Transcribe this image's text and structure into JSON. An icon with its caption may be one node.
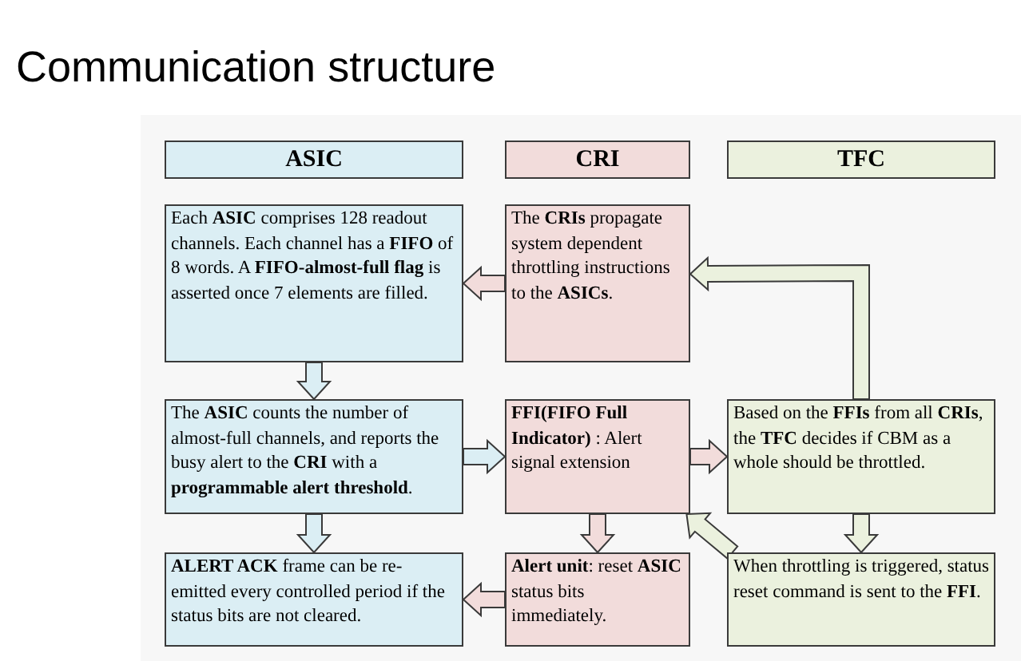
{
  "diagram": {
    "title": "Communication structure",
    "nodes": [
      {
        "text": [
          "ASIC"
        ]
      },
      {
        "text": [
          "CRI"
        ]
      },
      {
        "text": [
          "TFC"
        ]
      },
      {
        "text": [
          "Each **ASIC** comprises 128 readout channels. Each channel has a **FIFO** of 8 words. A **FIFO-almost-full flag** is asserted once 7 elements are filled."
        ]
      },
      {
        "text": [
          "The **CRIs** propagate system dependent throttling instructions to the **ASICs**."
        ]
      },
      {
        "text": [
          "The **ASIC** counts the number of almost-full channels, and reports the busy alert to the **CRI** with a **programmable alert threshold**."
        ]
      },
      {
        "text": [
          "**FFI(FIFO Full Indicator)** : Alert signal extension"
        ]
      },
      {
        "text": [
          "Based on the **FFIs** from all **CRIs**, the **TFC** decides if CBM as a whole should be throttled."
        ]
      },
      {
        "text": [
          "**ALERT ACK** frame can be re-emitted every controlled period if the status bits are not cleared."
        ]
      },
      {
        "text": [
          "**Alert unit**: reset **ASIC** status bits immediately."
        ]
      },
      {
        "text": [
          "When throttling is triggered, status reset command is sent to the **FFI**."
        ]
      }
    ],
    "edges": [
      {
        "from": 4,
        "to": 3,
        "arrow": "to"
      },
      {
        "from": 3,
        "to": 5,
        "arrow": "to"
      },
      {
        "from": 5,
        "to": 6,
        "arrow": "to"
      },
      {
        "from": 6,
        "to": 7,
        "arrow": "to"
      },
      {
        "from": 6,
        "to": 9,
        "arrow": "to"
      },
      {
        "from": 9,
        "to": 8,
        "arrow": "to"
      },
      {
        "from": 5,
        "to": 8,
        "arrow": "to"
      },
      {
        "from": 7,
        "to": 10,
        "arrow": "to"
      },
      {
        "from": 10,
        "to": 6,
        "arrow": "to"
      },
      {
        "from": 7,
        "to": 4,
        "arrow": "to"
      }
    ]
  }
}
